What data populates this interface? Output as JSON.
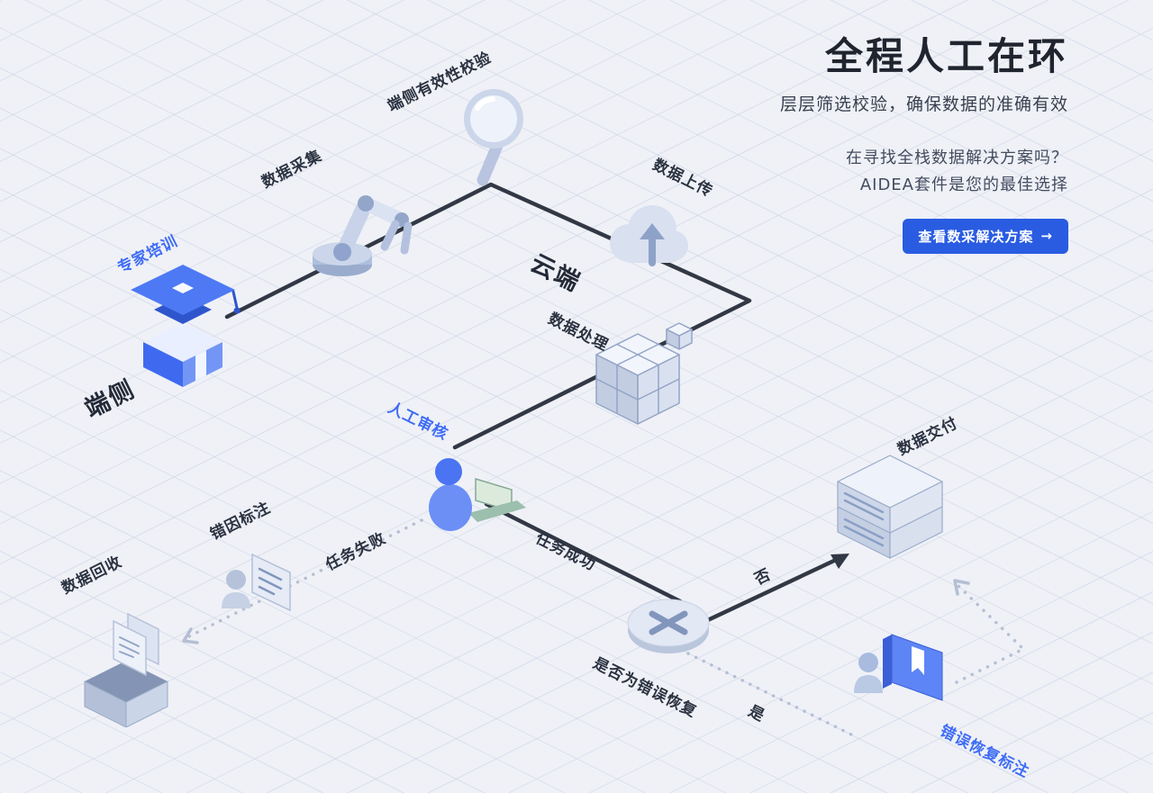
{
  "header": {
    "title": "全程人工在环",
    "subtitle": "层层筛选校验，确保数据的准确有效",
    "pitch_line1": "在寻找全栈数据解决方案吗？",
    "pitch_line2": "AIDEA套件是您的最佳选择",
    "cta_label": "查看数采解决方案",
    "cta_arrow": "→"
  },
  "diagram": {
    "zones": {
      "edge": "端侧",
      "cloud": "云端"
    },
    "nodes": {
      "expert_training": "专家培训",
      "data_collection": "数据采集",
      "edge_validation": "端侧有效性校验",
      "data_upload": "数据上传",
      "data_processing": "数据处理",
      "human_review": "人工审核",
      "error_cause_annotation": "错因标注",
      "data_recycle": "数据回收",
      "decision": "是否为错误恢复",
      "data_delivery": "数据交付",
      "error_recovery_annotation": "错误恢复标注"
    },
    "edges": {
      "task_failed": "任务失败",
      "task_success": "任务成功",
      "no": "否",
      "yes": "是"
    },
    "icons": [
      "graduation-cap-icon",
      "robot-arm-icon",
      "magnifier-icon",
      "cloud-upload-icon",
      "cube-blocks-icon",
      "person-laptop-icon",
      "person-document-icon",
      "box-papers-icon",
      "decision-x-icon",
      "server-icon",
      "person-book-icon"
    ]
  },
  "colors": {
    "accent_blue": "#2a5ce2",
    "label_blue": "#3e6cf5",
    "ink": "#20242e",
    "flow_line": "#323844",
    "dotted_line": "#b5bfd3"
  }
}
